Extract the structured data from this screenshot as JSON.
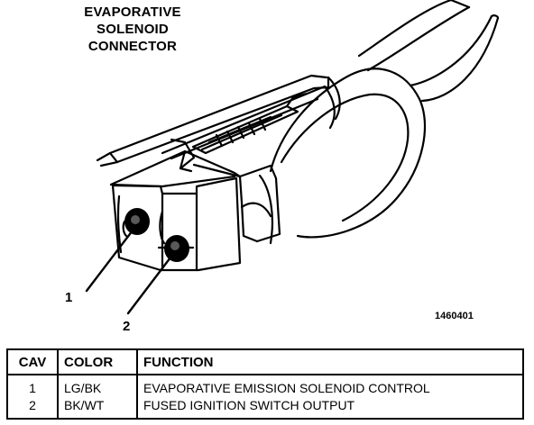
{
  "title_lines": [
    "EVAPORATIVE",
    "SOLENOID",
    "CONNECTOR"
  ],
  "callouts": [
    "1",
    "2"
  ],
  "figure_id": "1460401",
  "table": {
    "headers": [
      "CAV",
      "COLOR",
      "FUNCTION"
    ],
    "rows": [
      {
        "cav": "1",
        "color": "LG/BK",
        "function": "EVAPORATIVE EMISSION SOLENOID CONTROL"
      },
      {
        "cav": "2",
        "color": "BK/WT",
        "function": "FUSED IGNITION SWITCH OUTPUT"
      }
    ]
  }
}
